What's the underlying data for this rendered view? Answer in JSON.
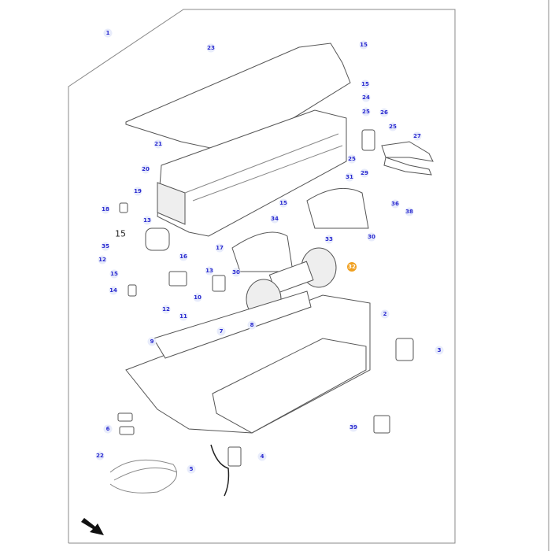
{
  "diagram": {
    "highlight_color": "#f0a020",
    "label_color": "#2a2ad0",
    "callouts": [
      "1",
      "23",
      "15",
      "15",
      "24",
      "25",
      "26",
      "25",
      "27",
      "25",
      "29",
      "31",
      "20",
      "21",
      "19",
      "36",
      "38",
      "18",
      "15",
      "34",
      "33",
      "30",
      "13",
      "15",
      "35",
      "12",
      "16",
      "17",
      "30",
      "32",
      "15",
      "13",
      "14",
      "10",
      "12",
      "11",
      "8",
      "2",
      "7",
      "9",
      "3",
      "6",
      "39",
      "22",
      "4",
      "5"
    ],
    "highlighted": "32",
    "direction_arrow": "arrow-down-right-icon"
  }
}
